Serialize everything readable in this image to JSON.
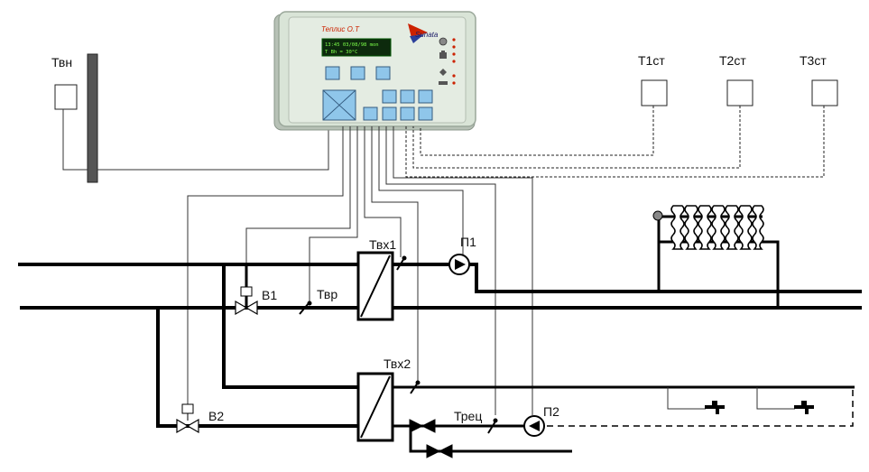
{
  "controller": {
    "title": "Теплис О.Т",
    "brand": "Sunata",
    "lcd_line1": "13:45 03/08/98 mon",
    "lcd_line2": "T Bh = 30°C"
  },
  "labels": {
    "outdoor_sensor": "Твн",
    "room_sensor_1": "Т1ст",
    "room_sensor_2": "Т2ст",
    "room_sensor_3": "Т3ст",
    "heat_exchanger_sensor_1": "Твх1",
    "heat_exchanger_sensor_2": "Твх2",
    "pump_1": "П1",
    "pump_2": "П2",
    "valve_1": "В1",
    "valve_2": "В2",
    "return_sensor": "Твр",
    "recirculation_sensor": "Трец"
  },
  "colors": {
    "panel": "#d9e4d7",
    "panel_border": "#9aa79a",
    "lcd": "#0d2a0d",
    "key": "#8fc6ea",
    "indicator": "#cc2200"
  }
}
